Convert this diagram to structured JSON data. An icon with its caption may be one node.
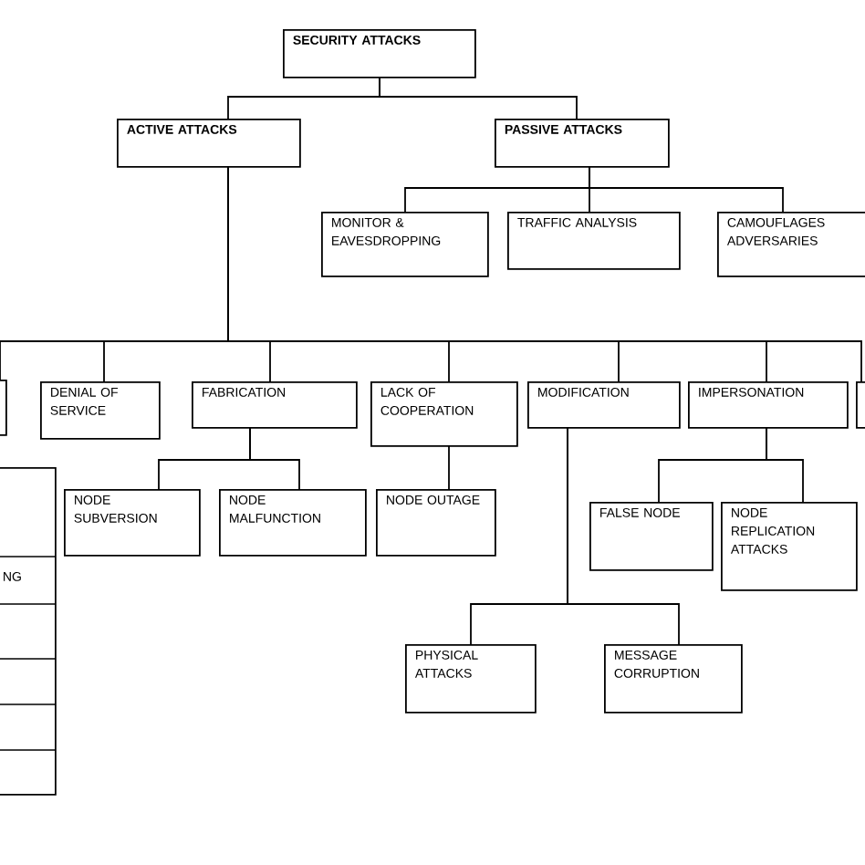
{
  "diagram": {
    "nodes": [
      {
        "text": [
          "SECURITY ATTACKS"
        ]
      },
      {
        "text": [
          "ACTIVE ATTACKS"
        ]
      },
      {
        "text": [
          "PASSIVE ATTACKS"
        ]
      },
      {
        "text": [
          "MONITOR & EAVESDROPPING"
        ]
      },
      {
        "text": [
          "TRAFFIC ANALYSIS"
        ]
      },
      {
        "text": [
          "CAMOUFLAGES ADVERSARIES"
        ]
      },
      {
        "text": [],
        "shape": "box"
      },
      {
        "text": [
          "DENIAL OF SERVICE"
        ]
      },
      {
        "text": [
          "FABRICATION"
        ]
      },
      {
        "text": [
          "LACK OF COOPERATION"
        ]
      },
      {
        "text": [
          "MODIFICATION"
        ]
      },
      {
        "text": [
          "IMPERSONATION"
        ]
      },
      {
        "text": [],
        "shape": "box"
      },
      {
        "text": [
          "NODE SUBVERSION"
        ]
      },
      {
        "text": [
          "NODE MALFUNCTION"
        ]
      },
      {
        "text": [
          "NODE OUTAGE"
        ]
      },
      {
        "text": [
          "FALSE NODE"
        ]
      },
      {
        "text": [
          "NODE REPLICATION ATTACKS"
        ]
      },
      {
        "text": [
          "PHYSICAL ATTACKS"
        ]
      },
      {
        "text": [
          "MESSAGE CORRUPTION"
        ]
      },
      {
        "text": [
          "NG"
        ]
      }
    ],
    "edges": [
      {
        "from": 0,
        "to": 1,
        "arrow": "none"
      },
      {
        "from": 0,
        "to": 2,
        "arrow": "none"
      },
      {
        "from": 2,
        "to": 3,
        "arrow": "none"
      },
      {
        "from": 2,
        "to": 4,
        "arrow": "none"
      },
      {
        "from": 2,
        "to": 5,
        "arrow": "none"
      },
      {
        "from": 1,
        "to": 6,
        "arrow": "none"
      },
      {
        "from": 1,
        "to": 7,
        "arrow": "none"
      },
      {
        "from": 1,
        "to": 8,
        "arrow": "none"
      },
      {
        "from": 1,
        "to": 9,
        "arrow": "none"
      },
      {
        "from": 1,
        "to": 10,
        "arrow": "none"
      },
      {
        "from": 1,
        "to": 11,
        "arrow": "none"
      },
      {
        "from": 1,
        "to": 12,
        "arrow": "none"
      },
      {
        "from": 8,
        "to": 13,
        "arrow": "none"
      },
      {
        "from": 8,
        "to": 14,
        "arrow": "none"
      },
      {
        "from": 9,
        "to": 15,
        "arrow": "none"
      },
      {
        "from": 11,
        "to": 16,
        "arrow": "none"
      },
      {
        "from": 11,
        "to": 17,
        "arrow": "none"
      },
      {
        "from": 10,
        "to": 18,
        "arrow": "none"
      },
      {
        "from": 10,
        "to": 19,
        "arrow": "none"
      }
    ]
  }
}
